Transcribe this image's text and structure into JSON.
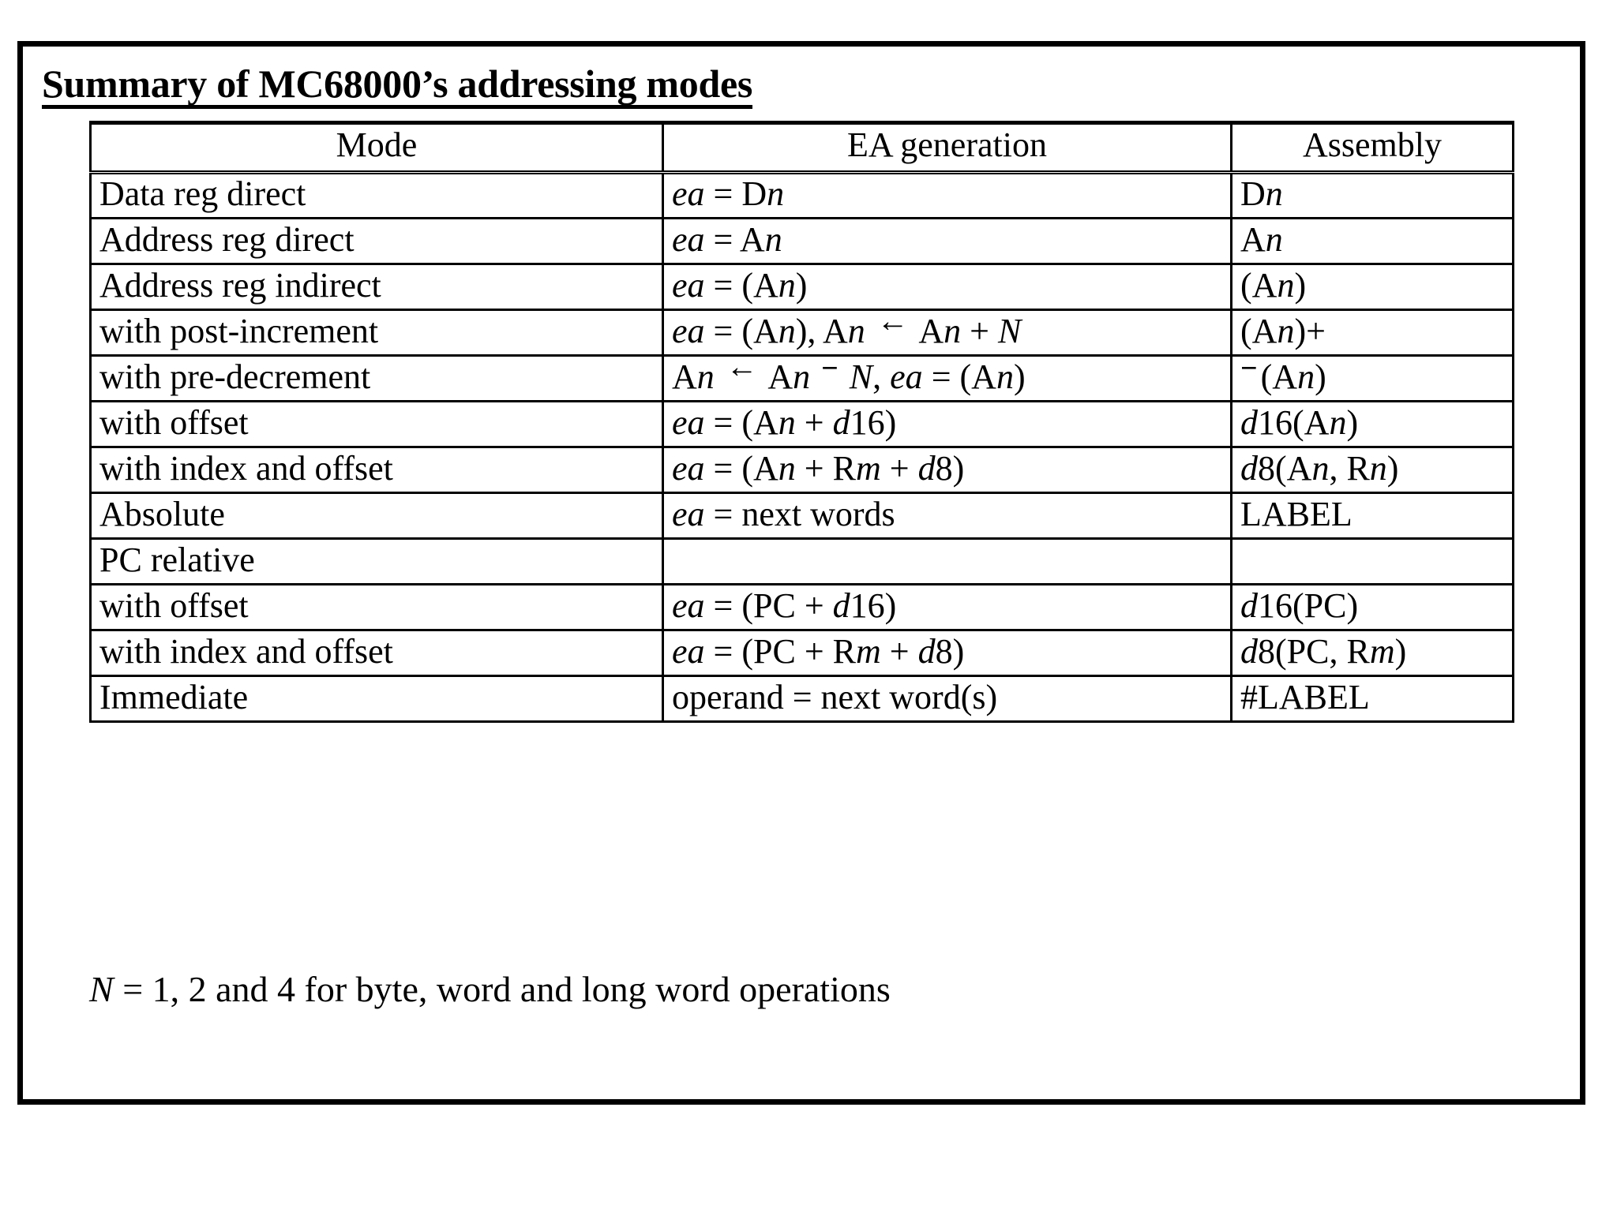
{
  "slide": {
    "title": "Summary of MC68000’s addressing modes",
    "footnote_prefix": "N",
    "footnote_rest": " = 1, 2 and 4 for byte, word and long word operations"
  },
  "table": {
    "headers": {
      "mode": "Mode",
      "ea_generation": "EA generation",
      "assembly": "Assembly"
    },
    "rows": [
      {
        "mode": "Data reg direct",
        "indent": false,
        "ea": "ea = Dn",
        "asm": "Dn"
      },
      {
        "mode": "Address reg direct",
        "indent": false,
        "ea": "ea = An",
        "asm": "An"
      },
      {
        "mode": "Address reg indirect",
        "indent": false,
        "ea": "ea = (An)",
        "asm": "(An)"
      },
      {
        "mode": "with post-increment",
        "indent": true,
        "ea": "ea = (An), An ← An + N",
        "asm": "(An)+"
      },
      {
        "mode": "with pre-decrement",
        "indent": true,
        "ea": "An ← An ⁻ N, ea = (An)",
        "asm": "⁻(An)"
      },
      {
        "mode": "with offset",
        "indent": true,
        "ea": "ea = (An + d16)",
        "asm": "d16(An)"
      },
      {
        "mode": "with index and offset",
        "indent": true,
        "ea": "ea = (An + Rm + d8)",
        "asm": "d8(An, Rn)"
      },
      {
        "mode": "Absolute",
        "indent": false,
        "ea": "ea = next words",
        "asm": "LABEL"
      },
      {
        "mode": "PC relative",
        "indent": false,
        "ea": "",
        "asm": ""
      },
      {
        "mode": "with offset",
        "indent": true,
        "ea": "ea = (PC + d16)",
        "asm": "d16(PC)"
      },
      {
        "mode": "with index and offset",
        "indent": true,
        "ea": "ea = (PC + Rm + d8)",
        "asm": "d8(PC, Rm)"
      },
      {
        "mode": "Immediate",
        "indent": false,
        "ea": "operand = next word(s)",
        "asm": "#LABEL"
      }
    ]
  }
}
